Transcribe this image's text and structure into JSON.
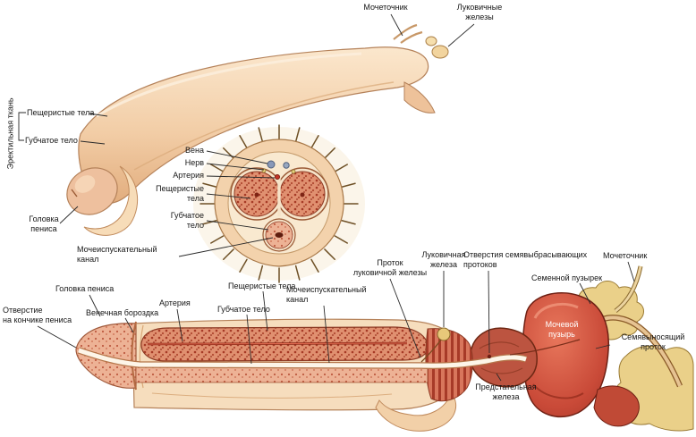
{
  "diagram": {
    "labels": {
      "ureter_top": "Мочеточник",
      "bulbous_glands_top": "Луковичные\nжелезы",
      "erectile_tissue": "Эректильная ткань",
      "cavernous_bodies_top": "Пещеристые тела",
      "spongy_body_top": "Губчатое тело",
      "glans_top": "Головка\nпениса",
      "urethra_canal_cross": "Мочеиспускательный\nканал",
      "vein": "Вена",
      "nerve": "Нерв",
      "artery_cross": "Артерия",
      "cavernous_bodies_cross": "Пещеристые\nтела",
      "spongy_body_cross": "Губчатое\nтело",
      "glans_long": "Головка пениса",
      "tip_opening": "Отверстие\nна кончике пениса",
      "coronal_groove": "Венечная бороздка",
      "artery_long": "Артерия",
      "cavernous_bodies_long": "Пещеристые тела",
      "spongy_body_long": "Губчатое тело",
      "urethra_canal_long": "Мочеиспускательный\nканал",
      "bulbous_gland_duct": "Проток\nлуковичной железы",
      "bulbous_gland": "Луковичная\nжелеза",
      "ejaculatory_openings": "Отверстия семявыбрасывающих\nпротоков",
      "seminal_vesicle": "Семенной пузырек",
      "ureter_long": "Мочеточник",
      "vas_deferens": "Семявыносящий\nпроток",
      "bladder": "Мочевой\nпузырь",
      "prostate": "Предстательная\nжелеза"
    },
    "colors": {
      "background": "#ffffff",
      "skin_light": "#f6ddbd",
      "skin_mid": "#f2cda6",
      "erectile_tissue_red": "#e09070",
      "speckle_red": "#a63a26",
      "bladder_red": "#c94a38",
      "gland_yellow": "#ead089",
      "label_ink": "#161616",
      "leader_line": "#2a2a2a"
    }
  }
}
